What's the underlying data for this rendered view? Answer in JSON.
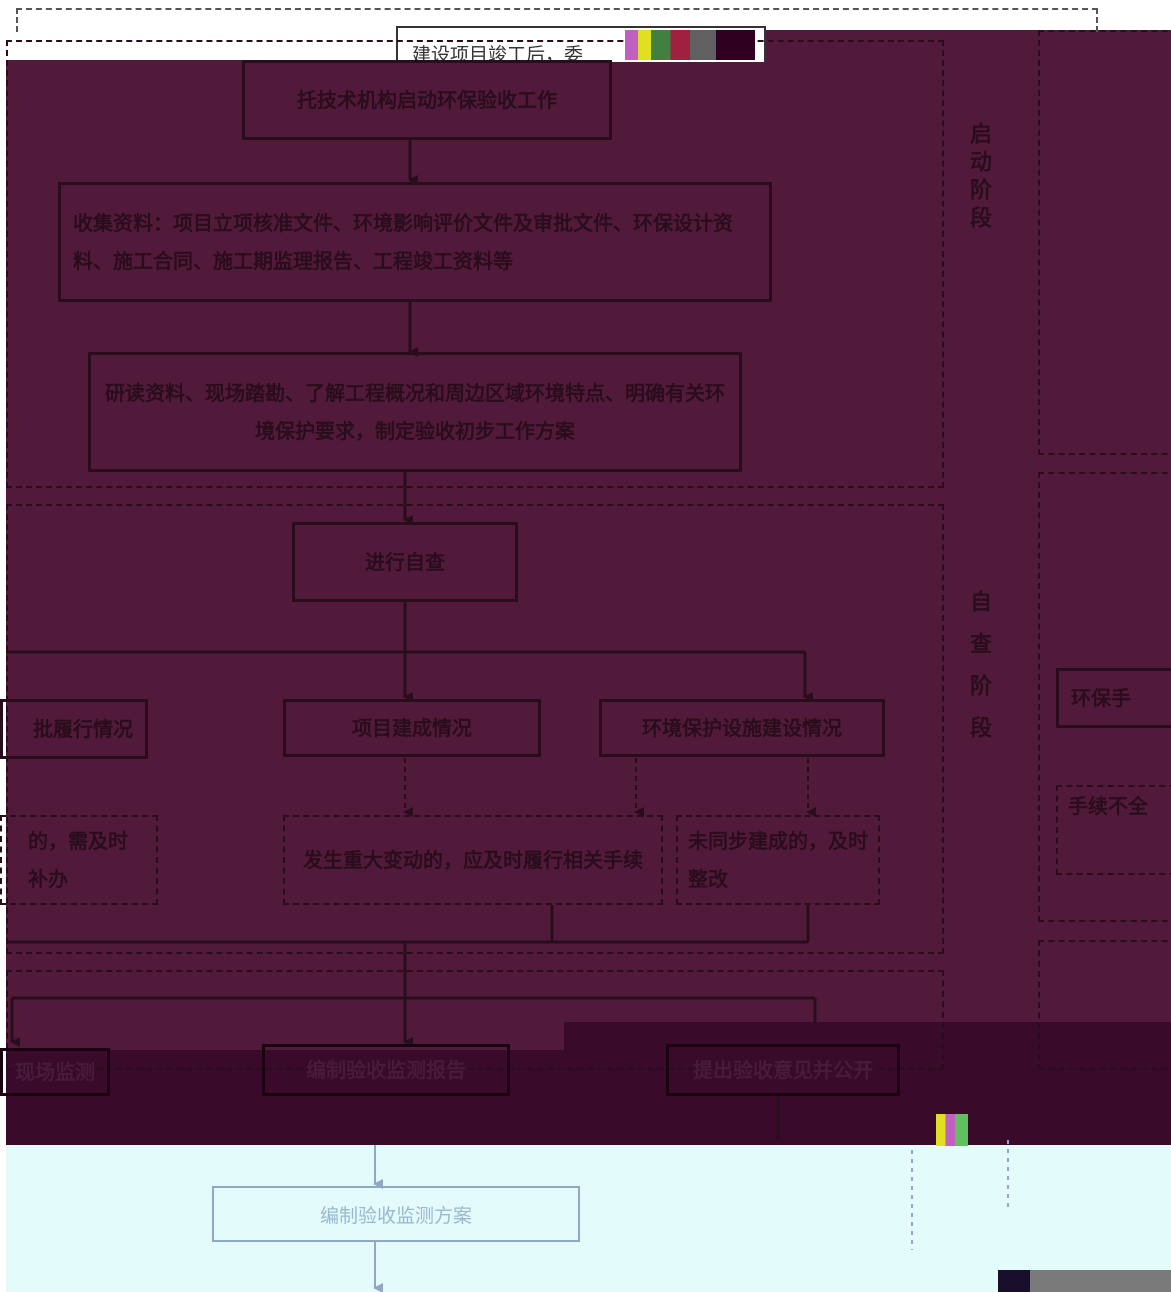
{
  "header_fragment": "建设项目竣工后，委",
  "steps": {
    "start": "托技术机构启动环保验收工作",
    "collect": "收集资料：项目立项核准文件、环境影响评价文件及审批文件、环保设计资料、施工合同、施工期监理报告、工程竣工资料等",
    "study": "研读资料、现场踏勘、了解工程概况和周边区域环境特点、明确有关环境保护要求，制定验收初步工作方案",
    "self_check": "进行自查",
    "left_partial": "批履行情况",
    "project_status": "项目建成情况",
    "facility_status": "环境保护设施建设情况",
    "left_note_partial": "的，需及时补办",
    "major_change": "发生重大变动的，应及时履行相关手续",
    "not_sync": "未同步建成的，及时整改",
    "monitor_plan": "编制验收监测方案",
    "right_partial_1": "环保手",
    "right_partial_2": "手续不全",
    "bottom_left_partial": "现场监测",
    "bottom_mid": "编制验收监测报告",
    "bottom_right": "提出验收意见并公开"
  },
  "stage_labels": {
    "start_stage": "启动阶段",
    "self_check_stage": "自查阶段"
  },
  "colors": {
    "overlay_dark": "#521a3a",
    "overlay_darker": "#3a0a2a",
    "light_region": "#e4fbfb",
    "line": "#2a0d1c",
    "line_light": "#8fa8c8"
  }
}
